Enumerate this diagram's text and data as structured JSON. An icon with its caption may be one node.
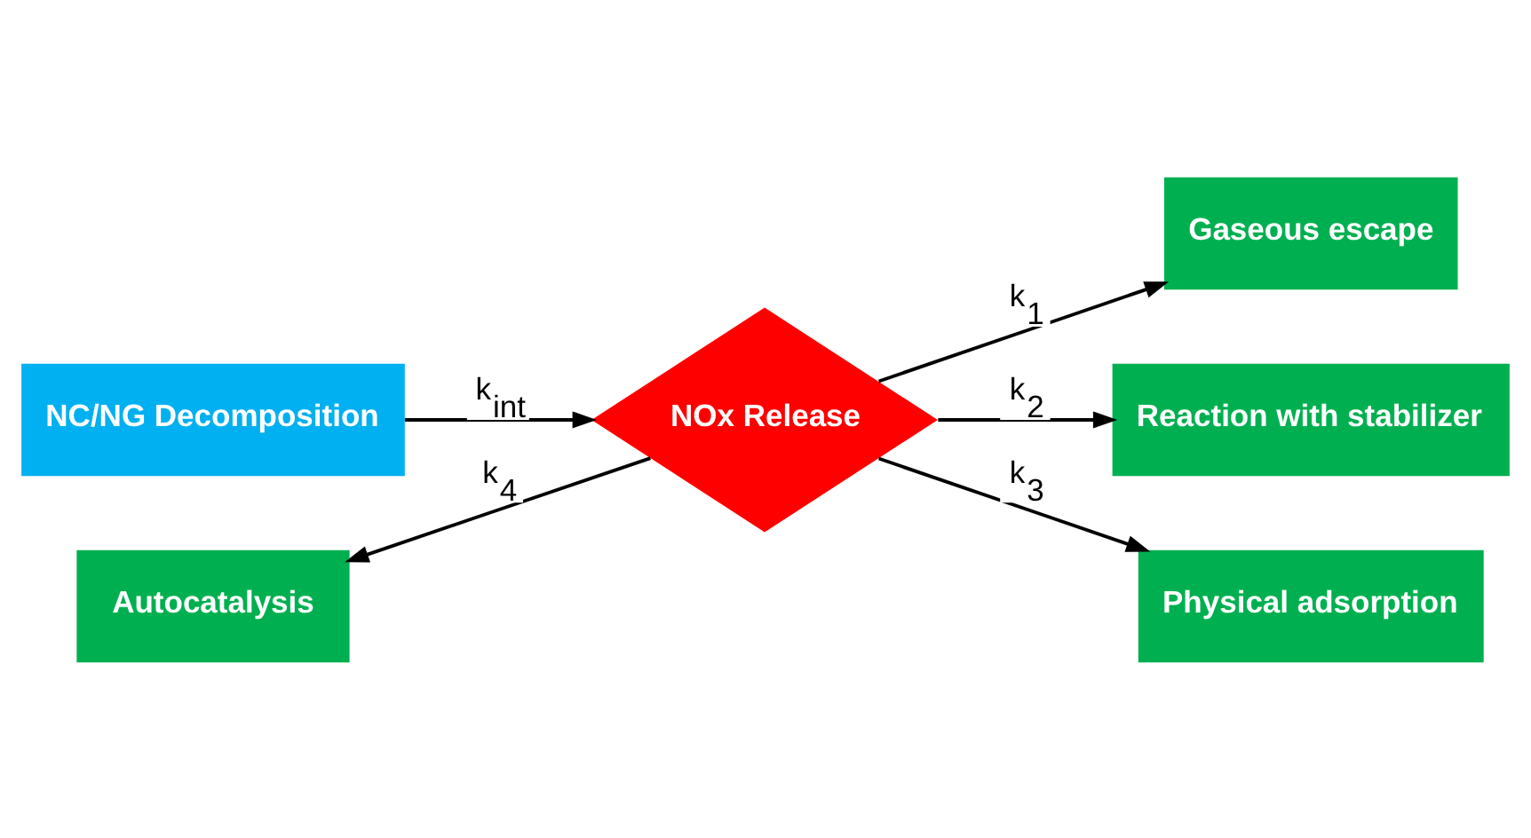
{
  "diagram": {
    "nodes": [
      {
        "text": [
          "Gaseous escape"
        ]
      },
      {
        "text": [
          "NC/NG Decomposition"
        ]
      },
      {
        "text": [
          "NOx Release"
        ]
      },
      {
        "text": [
          "Reaction with stabilizer"
        ]
      },
      {
        "text": [
          "Autocatalysis"
        ]
      },
      {
        "text": [
          "Physical adsorption"
        ]
      }
    ],
    "edges": [
      {
        "from": 1,
        "to": 2,
        "arrow": "to",
        "label": "k$_{int}$"
      },
      {
        "from": 2,
        "to": 0,
        "arrow": "to",
        "label": "k$_{1}$"
      },
      {
        "from": 2,
        "to": 3,
        "arrow": "to",
        "label": "k$_{2}$"
      },
      {
        "from": 2,
        "to": 5,
        "arrow": "to",
        "label": "k$_{3}$"
      },
      {
        "from": 2,
        "to": 4,
        "arrow": "to",
        "label": "k$_{4}$"
      }
    ]
  }
}
